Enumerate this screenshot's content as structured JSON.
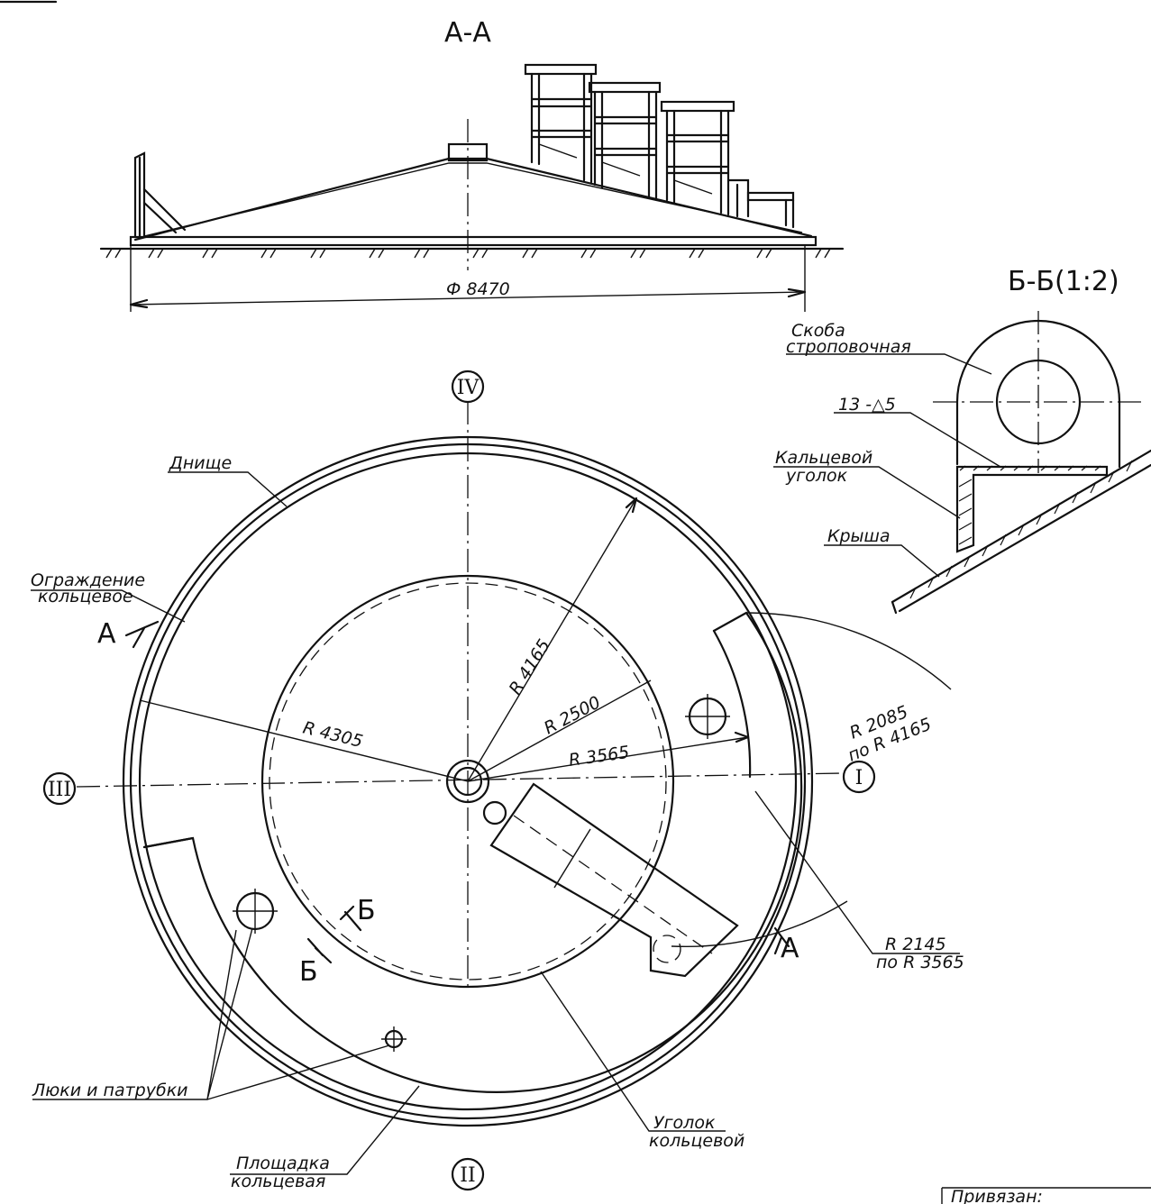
{
  "section_aa": {
    "title": "А-А",
    "diameter": "Ф 8470"
  },
  "section_bb": {
    "title": "Б-Б(1:2)",
    "labels": {
      "skoba_1": "Скоба",
      "skoba_2": "строповочная",
      "weld": "13 -△5",
      "ugolok_1": "Кальцевой",
      "ugolok_2": "уголок",
      "roof": "Крыша"
    }
  },
  "plan": {
    "axes": {
      "top": "IV",
      "left": "III",
      "right": "I",
      "bottom": "II"
    },
    "dimensions": {
      "r4165": "R 4165",
      "r2500": "R 2500",
      "r3565": "R 3565",
      "r4305": "R 4305",
      "r2085_1": "R 2085",
      "r2085_2": "по R 4165",
      "r2145_1": "R 2145",
      "r2145_2": "по R 3565"
    },
    "labels": {
      "bottom": "Днище",
      "fence_1": "Ограждение",
      "fence_2": "кольцевое",
      "hatches": "Люки и патрубки",
      "platform_1": "Площадка",
      "platform_2": "кольцевая",
      "angle_1": "Уголок",
      "angle_2": "кольцевой"
    },
    "section_marks": {
      "a": "А",
      "b": "Б"
    }
  },
  "stamp": {
    "text": "Привязан:"
  }
}
